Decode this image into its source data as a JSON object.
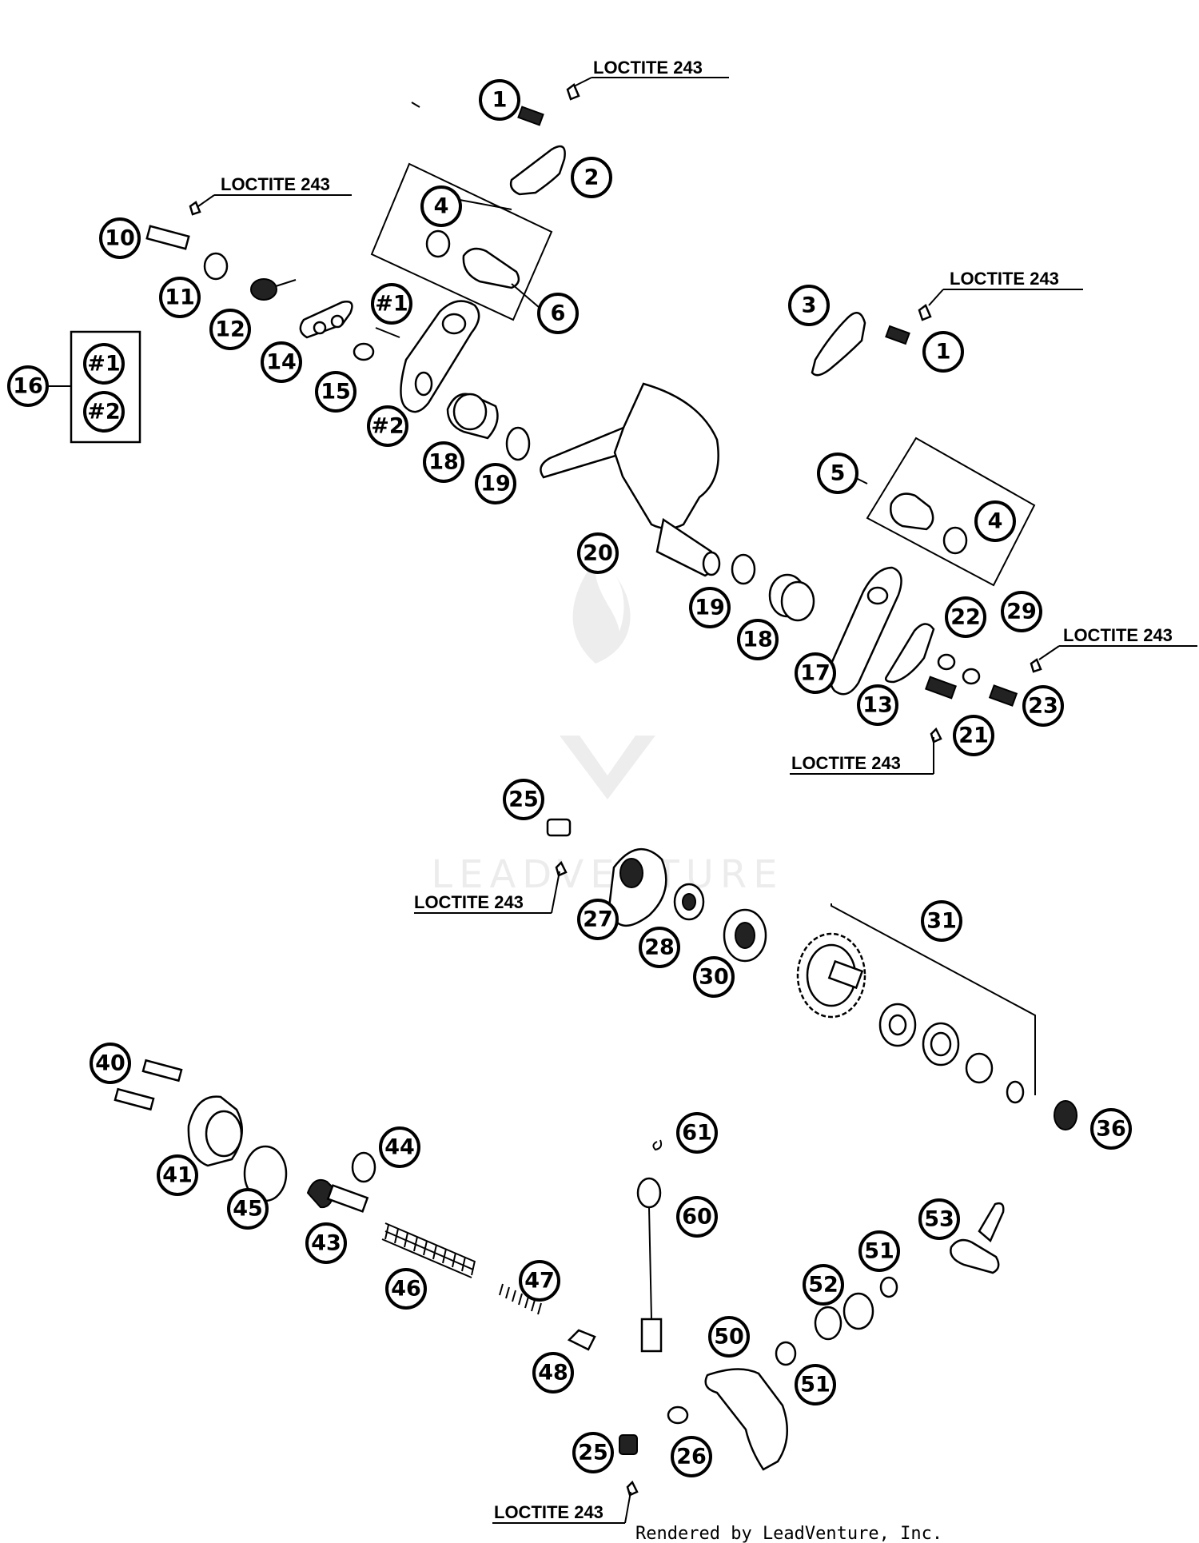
{
  "note_label": "LOCTITE 243",
  "watermark": "LEADVENTURE",
  "footer": "Rendered by LeadVenture, Inc.",
  "callouts": [
    {
      "id": "c-1a",
      "label": "1"
    },
    {
      "id": "c-2",
      "label": "2"
    },
    {
      "id": "c-4a",
      "label": "4"
    },
    {
      "id": "c-6",
      "label": "6"
    },
    {
      "id": "c-10",
      "label": "10"
    },
    {
      "id": "c-11",
      "label": "11"
    },
    {
      "id": "c-12",
      "label": "12"
    },
    {
      "id": "c-14",
      "label": "14"
    },
    {
      "id": "c-h1a",
      "label": "#1"
    },
    {
      "id": "c-15",
      "label": "15"
    },
    {
      "id": "c-h2a",
      "label": "#2"
    },
    {
      "id": "c-16",
      "label": "16"
    },
    {
      "id": "c-h1b",
      "label": "#1"
    },
    {
      "id": "c-h2b",
      "label": "#2"
    },
    {
      "id": "c-3",
      "label": "3"
    },
    {
      "id": "c-1b",
      "label": "1"
    },
    {
      "id": "c-18a",
      "label": "18"
    },
    {
      "id": "c-19a",
      "label": "19"
    },
    {
      "id": "c-20",
      "label": "20"
    },
    {
      "id": "c-5",
      "label": "5"
    },
    {
      "id": "c-4b",
      "label": "4"
    },
    {
      "id": "c-19b",
      "label": "19"
    },
    {
      "id": "c-18b",
      "label": "18"
    },
    {
      "id": "c-17",
      "label": "17"
    },
    {
      "id": "c-22",
      "label": "22"
    },
    {
      "id": "c-29",
      "label": "29"
    },
    {
      "id": "c-13",
      "label": "13"
    },
    {
      "id": "c-23",
      "label": "23"
    },
    {
      "id": "c-21",
      "label": "21"
    },
    {
      "id": "c-25a",
      "label": "25"
    },
    {
      "id": "c-27",
      "label": "27"
    },
    {
      "id": "c-28",
      "label": "28"
    },
    {
      "id": "c-30",
      "label": "30"
    },
    {
      "id": "c-31",
      "label": "31"
    },
    {
      "id": "c-36",
      "label": "36"
    },
    {
      "id": "c-40",
      "label": "40"
    },
    {
      "id": "c-41",
      "label": "41"
    },
    {
      "id": "c-45",
      "label": "45"
    },
    {
      "id": "c-44",
      "label": "44"
    },
    {
      "id": "c-43",
      "label": "43"
    },
    {
      "id": "c-46",
      "label": "46"
    },
    {
      "id": "c-47",
      "label": "47"
    },
    {
      "id": "c-48",
      "label": "48"
    },
    {
      "id": "c-61",
      "label": "61"
    },
    {
      "id": "c-60",
      "label": "60"
    },
    {
      "id": "c-53",
      "label": "53"
    },
    {
      "id": "c-51a",
      "label": "51"
    },
    {
      "id": "c-52",
      "label": "52"
    },
    {
      "id": "c-50",
      "label": "50"
    },
    {
      "id": "c-51b",
      "label": "51"
    },
    {
      "id": "c-25b",
      "label": "25"
    },
    {
      "id": "c-26",
      "label": "26"
    }
  ]
}
